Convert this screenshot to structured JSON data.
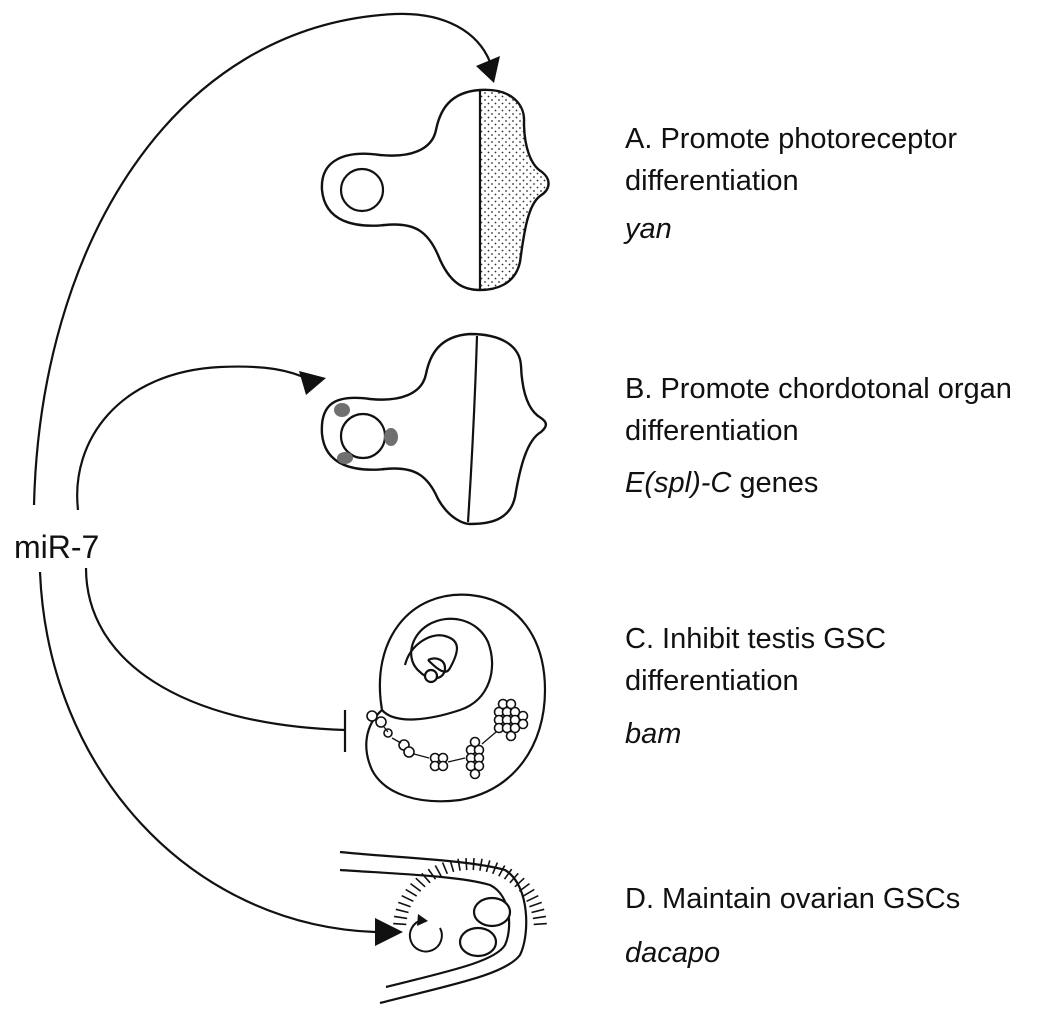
{
  "hub": {
    "label": "miR-7"
  },
  "panels": {
    "a": {
      "line1": "A. Promote photoreceptor",
      "line2": "differentiation",
      "gene": "yan"
    },
    "b": {
      "line1": "B. Promote chordotonal organ",
      "line2": "differentiation",
      "gene_italic": "E(spl)-C",
      "gene_suffix": " genes"
    },
    "c": {
      "line1": "C. Inhibit testis GSC",
      "line2": "differentiation",
      "gene": "bam"
    },
    "d": {
      "line1": "D. Maintain ovarian GSCs",
      "gene": "dacapo"
    }
  },
  "colors": {
    "ink": "#111111",
    "stipple": "#333333",
    "sensory_cell": "#707070",
    "background": "#ffffff"
  }
}
